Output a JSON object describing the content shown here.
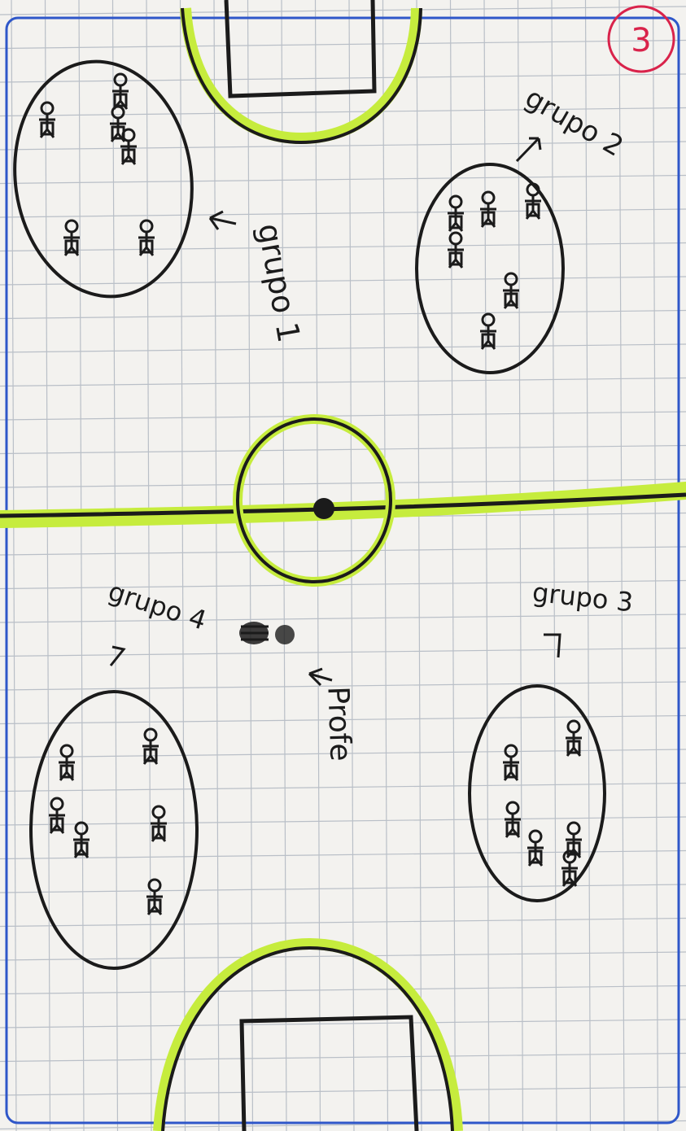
{
  "page_number": "3",
  "colors": {
    "paper": "#f3f2ef",
    "grid": "#b9bfc7",
    "margin_line": "#2f57c9",
    "ink": "#1b1b1b",
    "highlight": "#c6ec3d",
    "page_number_ink": "#d9234b"
  },
  "groups": [
    {
      "label": "grupo 1",
      "players": 6
    },
    {
      "label": "grupo 2",
      "players": 6
    },
    {
      "label": "grupo 3",
      "players": 6
    },
    {
      "label": "grupo 4",
      "players": 6
    }
  ],
  "teacher_label": "Profe",
  "icons": [
    "player-icon",
    "teacher-icon",
    "ball-icon",
    "arrow-icon"
  ]
}
